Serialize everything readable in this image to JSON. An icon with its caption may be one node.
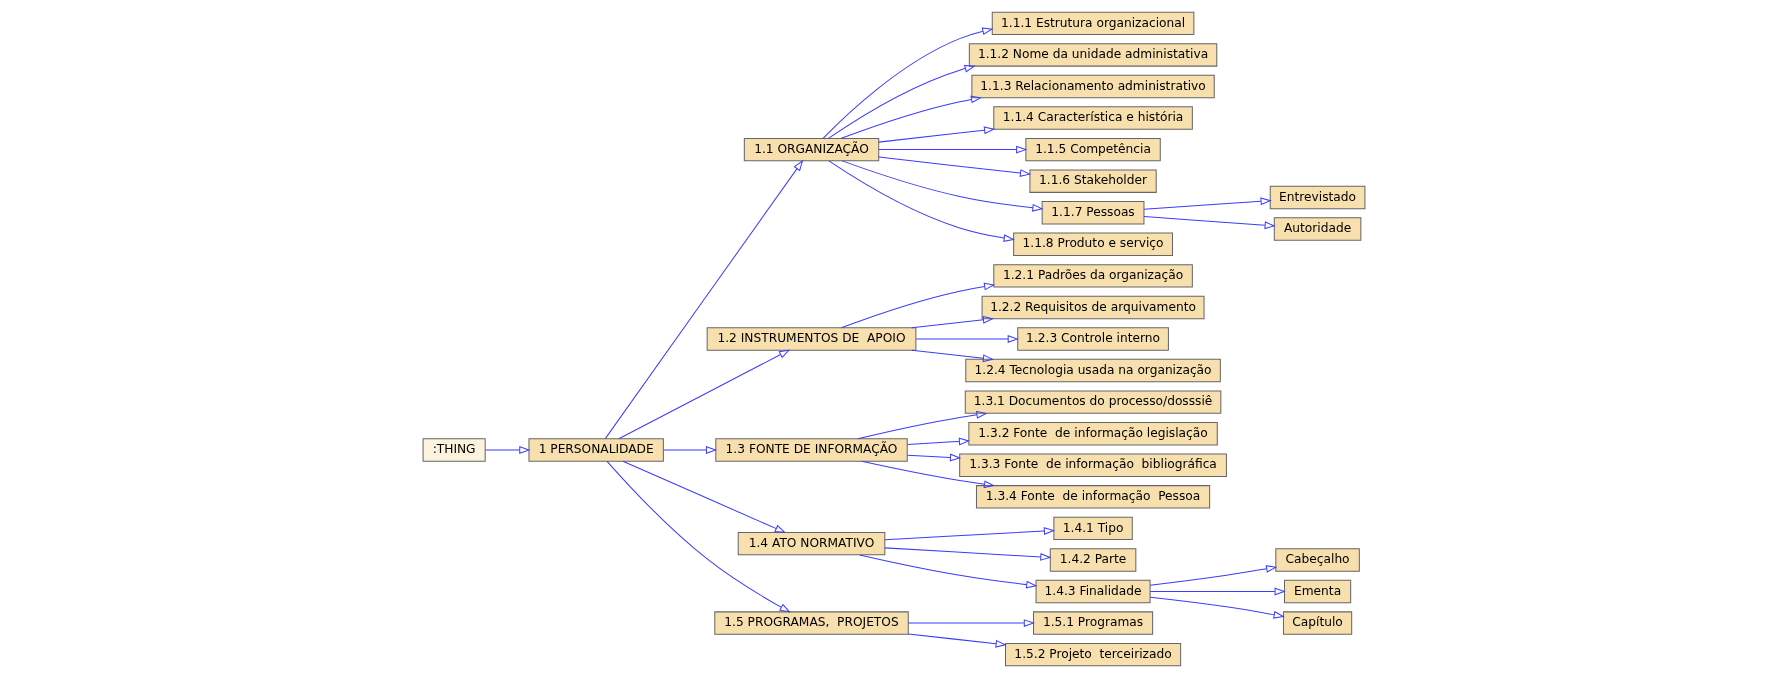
{
  "diagram": {
    "nodes": [
      {
        "text": [
          ":THING"
        ]
      },
      {
        "text": [
          "1 PERSONALIDADE"
        ]
      },
      {
        "text": [
          "1.1 ORGANIZAÇÃO"
        ]
      },
      {
        "text": [
          "1.1.1 Estrutura organizacional"
        ]
      },
      {
        "text": [
          "1.1.2 Nome da unidade administativa"
        ]
      },
      {
        "text": [
          "1.1.3 Relacionamento administrativo"
        ]
      },
      {
        "text": [
          "1.1.4 Característica e história"
        ]
      },
      {
        "text": [
          "1.1.5 Competência"
        ]
      },
      {
        "text": [
          "1.1.6 Stakeholder"
        ]
      },
      {
        "text": [
          "1.1.7 Pessoas"
        ]
      },
      {
        "text": [
          "Entrevistado"
        ]
      },
      {
        "text": [
          "Autoridade"
        ]
      },
      {
        "text": [
          "1.1.8 Produto e serviço"
        ]
      },
      {
        "text": [
          "1.2 INSTRUMENTOS DE  APOIO"
        ]
      },
      {
        "text": [
          "1.2.1 Padrões da organização"
        ]
      },
      {
        "text": [
          "1.2.2 Requisitos de arquivamento"
        ]
      },
      {
        "text": [
          "1.2.3 Controle interno"
        ]
      },
      {
        "text": [
          "1.2.4 Tecnologia usada na organização"
        ]
      },
      {
        "text": [
          "1.3 FONTE DE INFORMAÇÃO"
        ]
      },
      {
        "text": [
          "1.3.1 Documentos do processo/dosssiê"
        ]
      },
      {
        "text": [
          "1.3.2 Fonte  de informação legislação"
        ]
      },
      {
        "text": [
          "1.3.3 Fonte  de informação  bibliográfica"
        ]
      },
      {
        "text": [
          "1.3.4 Fonte  de informação  Pessoa"
        ]
      },
      {
        "text": [
          "1.4 ATO NORMATIVO"
        ]
      },
      {
        "text": [
          "1.4.1 Tipo"
        ]
      },
      {
        "text": [
          "1.4.2 Parte"
        ]
      },
      {
        "text": [
          "1.4.3 Finalidade"
        ]
      },
      {
        "text": [
          "Cabeçalho"
        ]
      },
      {
        "text": [
          "Ementa"
        ]
      },
      {
        "text": [
          "Capítulo"
        ]
      },
      {
        "text": [
          "1.5 PROGRAMAS,  PROJETOS"
        ]
      },
      {
        "text": [
          "1.5.1 Programas"
        ]
      },
      {
        "text": [
          "1.5.2 Projeto  terceirizado"
        ]
      }
    ],
    "edges": [
      {
        "from": 0,
        "to": 1,
        "arrow": "to"
      },
      {
        "from": 1,
        "to": 2,
        "arrow": "to"
      },
      {
        "from": 1,
        "to": 13,
        "arrow": "to"
      },
      {
        "from": 1,
        "to": 18,
        "arrow": "to"
      },
      {
        "from": 1,
        "to": 23,
        "arrow": "to"
      },
      {
        "from": 1,
        "to": 30,
        "arrow": "to"
      },
      {
        "from": 2,
        "to": 3,
        "arrow": "to"
      },
      {
        "from": 2,
        "to": 4,
        "arrow": "to"
      },
      {
        "from": 2,
        "to": 5,
        "arrow": "to"
      },
      {
        "from": 2,
        "to": 6,
        "arrow": "to"
      },
      {
        "from": 2,
        "to": 7,
        "arrow": "to"
      },
      {
        "from": 2,
        "to": 8,
        "arrow": "to"
      },
      {
        "from": 2,
        "to": 9,
        "arrow": "to"
      },
      {
        "from": 2,
        "to": 12,
        "arrow": "to"
      },
      {
        "from": 9,
        "to": 10,
        "arrow": "to"
      },
      {
        "from": 9,
        "to": 11,
        "arrow": "to"
      },
      {
        "from": 13,
        "to": 14,
        "arrow": "to"
      },
      {
        "from": 13,
        "to": 15,
        "arrow": "to"
      },
      {
        "from": 13,
        "to": 16,
        "arrow": "to"
      },
      {
        "from": 13,
        "to": 17,
        "arrow": "to"
      },
      {
        "from": 18,
        "to": 19,
        "arrow": "to"
      },
      {
        "from": 18,
        "to": 20,
        "arrow": "to"
      },
      {
        "from": 18,
        "to": 21,
        "arrow": "to"
      },
      {
        "from": 18,
        "to": 22,
        "arrow": "to"
      },
      {
        "from": 23,
        "to": 24,
        "arrow": "to"
      },
      {
        "from": 23,
        "to": 25,
        "arrow": "to"
      },
      {
        "from": 23,
        "to": 26,
        "arrow": "to"
      },
      {
        "from": 26,
        "to": 27,
        "arrow": "to"
      },
      {
        "from": 26,
        "to": 28,
        "arrow": "to"
      },
      {
        "from": 26,
        "to": 29,
        "arrow": "to"
      },
      {
        "from": 30,
        "to": 31,
        "arrow": "to"
      },
      {
        "from": 30,
        "to": 32,
        "arrow": "to"
      }
    ]
  }
}
